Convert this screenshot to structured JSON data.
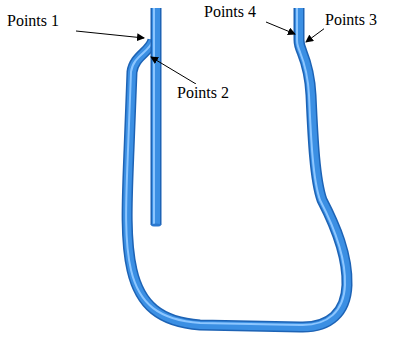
{
  "diagram": {
    "labels": [
      "Points 1",
      "Points 2",
      "Points 4",
      "Points 3"
    ]
  }
}
